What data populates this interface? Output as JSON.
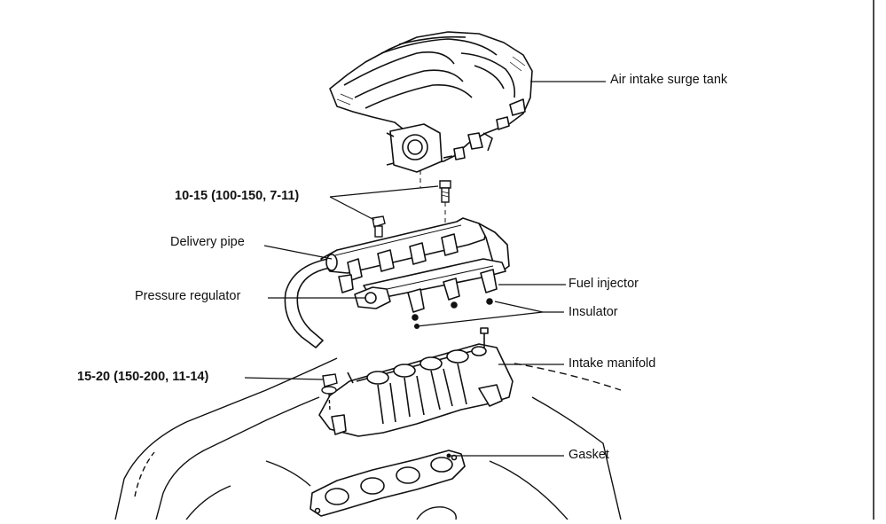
{
  "colors": {
    "ink": "#111111",
    "paper": "#ffffff",
    "shade": "#d9d9d9"
  },
  "labels": {
    "surge_tank": "Air intake surge tank",
    "torque_top": "10-15 (100-150, 7-11)",
    "delivery_pipe": "Delivery pipe",
    "pressure_regulator": "Pressure regulator",
    "fuel_injector": "Fuel injector",
    "insulator": "Insulator",
    "torque_bottom": "15-20 (150-200, 11-14)",
    "intake_manifold": "Intake manifold",
    "gasket": "Gasket"
  }
}
